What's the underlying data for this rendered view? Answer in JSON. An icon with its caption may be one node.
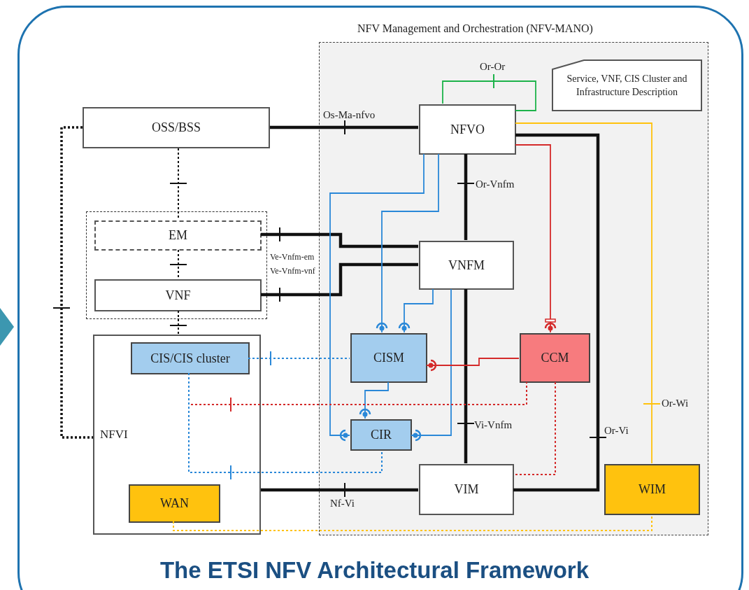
{
  "diagram": {
    "caption": "The ETSI NFV Architectural Framework",
    "nodes": [
      {
        "text": [
          "NFV Management and Orchestration (NFV-MANO)"
        ]
      },
      {
        "text": [
          "OSS/BSS"
        ]
      },
      {
        "text": [],
        "shape": "box"
      },
      {
        "text": [
          "EM"
        ],
        "in": 2
      },
      {
        "text": [
          "VNF"
        ],
        "in": 2
      },
      {
        "text": [
          "NFVI"
        ]
      },
      {
        "text": [
          "CIS/CIS cluster"
        ],
        "in": 5
      },
      {
        "text": [
          "WAN"
        ],
        "in": 5
      },
      {
        "text": [
          "NFVO"
        ],
        "in": 0
      },
      {
        "text": [
          "Service, VNF, CIS Cluster and Infrastructure Description"
        ],
        "in": 0
      },
      {
        "text": [
          "VNFM"
        ],
        "in": 0
      },
      {
        "text": [
          "CISM"
        ],
        "in": 0
      },
      {
        "text": [
          "CCM"
        ],
        "in": 0
      },
      {
        "text": [
          "CIR"
        ],
        "in": 0
      },
      {
        "text": [
          "VIM"
        ],
        "in": 0
      },
      {
        "text": [
          "WIM"
        ],
        "in": 0
      }
    ],
    "edges": [
      {
        "from": 1,
        "to": 8,
        "arrow": "none",
        "style": "thick",
        "label": "Os-Ma-nfvo"
      },
      {
        "from": 8,
        "to": 8,
        "arrow": "none",
        "color": "#1db34a",
        "label": "Or-Or"
      },
      {
        "from": 1,
        "to": 3,
        "arrow": "none",
        "style": "dashed"
      },
      {
        "from": 3,
        "to": 4,
        "arrow": "none",
        "style": "dashed"
      },
      {
        "from": 4,
        "to": 5,
        "arrow": "none",
        "style": "dashed"
      },
      {
        "from": 1,
        "to": 5,
        "arrow": "none",
        "style": "dashed"
      },
      {
        "from": 3,
        "to": 10,
        "arrow": "none",
        "style": "thick",
        "label": "Ve-Vnfm-em"
      },
      {
        "from": 4,
        "to": 10,
        "arrow": "none",
        "style": "thick",
        "label": "Ve-Vnfm-vnf"
      },
      {
        "from": 8,
        "to": 10,
        "arrow": "none",
        "style": "thick",
        "label": "Or-Vnfm"
      },
      {
        "from": 10,
        "to": 14,
        "arrow": "none",
        "style": "thick",
        "label": "Vi-Vnfm"
      },
      {
        "from": 8,
        "to": 14,
        "arrow": "none",
        "style": "thick",
        "label": "Or-Vi"
      },
      {
        "from": 8,
        "to": 15,
        "arrow": "none",
        "color": "#ffc20e",
        "label": "Or-Wi"
      },
      {
        "from": 5,
        "to": 14,
        "arrow": "none",
        "style": "thick",
        "label": "Nf-Vi"
      },
      {
        "from": 8,
        "to": 12,
        "arrow": "other",
        "color": "#d42a2a"
      },
      {
        "from": 8,
        "to": 13,
        "arrow": "other",
        "color": "#2a88d8"
      },
      {
        "from": 8,
        "to": 11,
        "arrow": "other",
        "color": "#2a88d8"
      },
      {
        "from": 10,
        "to": 11,
        "arrow": "other",
        "color": "#2a88d8"
      },
      {
        "from": 10,
        "to": 13,
        "arrow": "other",
        "color": "#2a88d8"
      },
      {
        "from": 12,
        "to": 11,
        "arrow": "other",
        "color": "#d42a2a"
      },
      {
        "from": 11,
        "to": 13,
        "arrow": "other",
        "color": "#2a88d8"
      },
      {
        "from": 6,
        "to": 11,
        "arrow": "none",
        "style": "dashed",
        "color": "#2a88d8"
      },
      {
        "from": 6,
        "to": 12,
        "arrow": "none",
        "style": "dashed",
        "color": "#d42a2a"
      },
      {
        "from": 6,
        "to": 13,
        "arrow": "none",
        "style": "dashed",
        "color": "#2a88d8"
      },
      {
        "from": 12,
        "to": 14,
        "arrow": "none",
        "style": "dashed",
        "color": "#d42a2a"
      },
      {
        "from": 7,
        "to": 15,
        "arrow": "none",
        "style": "dashed",
        "color": "#ffc20e"
      }
    ]
  }
}
